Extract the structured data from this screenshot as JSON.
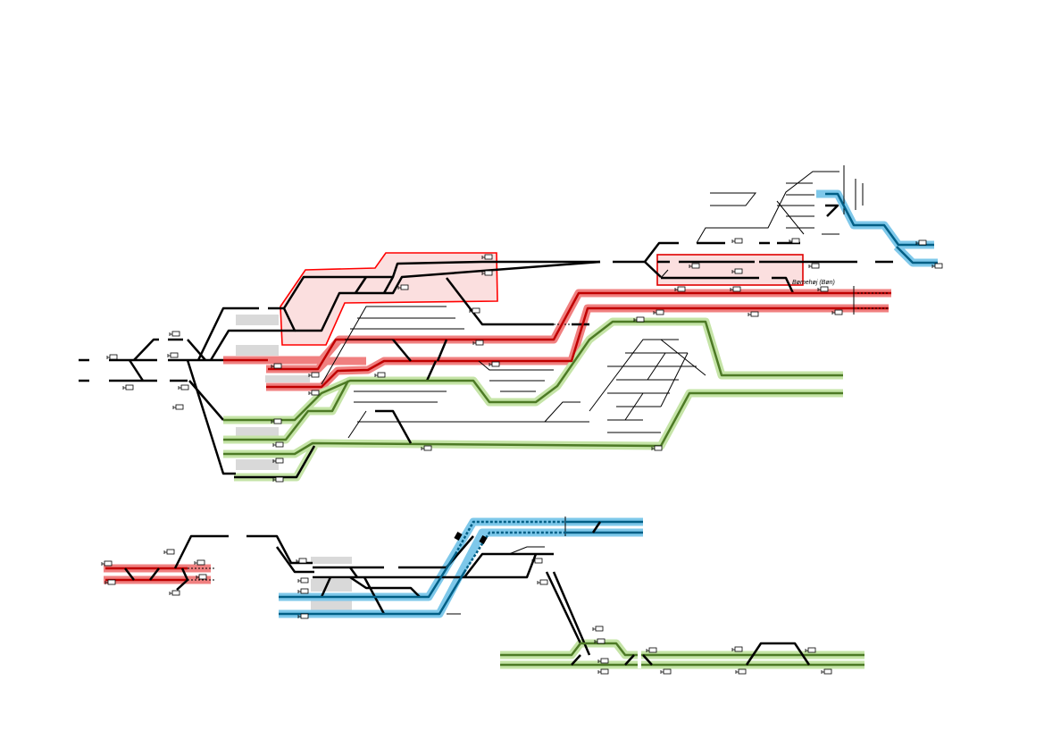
{
  "diagram": {
    "type": "railway-track-layout",
    "station_label": "Bømehøj (Bøn)",
    "colors": {
      "route_red": "#f08080",
      "route_red_core": "#c00000",
      "route_green": "#c5e4a7",
      "route_green_core": "#4d7a25",
      "route_blue": "#7ec8ea",
      "route_blue_core": "#005f86",
      "area_outline": "#ff0000",
      "platform": "#d9d9d9"
    },
    "icons": [
      "signal-icon",
      "platform-block",
      "route-highlight",
      "buffer-stop"
    ]
  }
}
